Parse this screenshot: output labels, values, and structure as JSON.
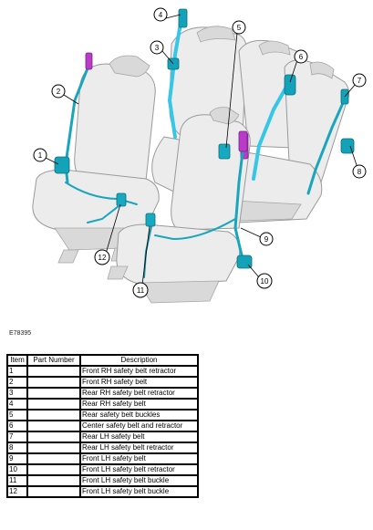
{
  "figure_code": "E78395",
  "callouts": [
    "1",
    "2",
    "3",
    "4",
    "5",
    "6",
    "7",
    "8",
    "9",
    "10",
    "11",
    "12"
  ],
  "table": {
    "headers": [
      "Item",
      "Part Number",
      "Description"
    ],
    "rows": [
      {
        "item": "1",
        "part_number": "",
        "description": "Front RH safety belt retractor"
      },
      {
        "item": "2",
        "part_number": "",
        "description": "Front RH safety belt"
      },
      {
        "item": "3",
        "part_number": "",
        "description": "Rear RH safety belt retractor"
      },
      {
        "item": "4",
        "part_number": "",
        "description": "Rear RH safety belt"
      },
      {
        "item": "5",
        "part_number": "",
        "description": "Rear safety belt buckles"
      },
      {
        "item": "6",
        "part_number": "",
        "description": "Center safety belt and retractor"
      },
      {
        "item": "7",
        "part_number": "",
        "description": "Rear LH safety belt"
      },
      {
        "item": "8",
        "part_number": "",
        "description": "Rear LH safety belt retractor"
      },
      {
        "item": "9",
        "part_number": "",
        "description": "Front LH safety belt"
      },
      {
        "item": "10",
        "part_number": "",
        "description": "Front LH safety belt retractor"
      },
      {
        "item": "11",
        "part_number": "",
        "description": "Front LH safety belt buckle"
      },
      {
        "item": "12",
        "part_number": "",
        "description": "Front LH safety belt buckle"
      }
    ]
  },
  "colors": {
    "belt": "#19a6bd",
    "belt_highlight": "#35c6e8",
    "anchor": "#b83cc8",
    "seat": "#ececec"
  }
}
